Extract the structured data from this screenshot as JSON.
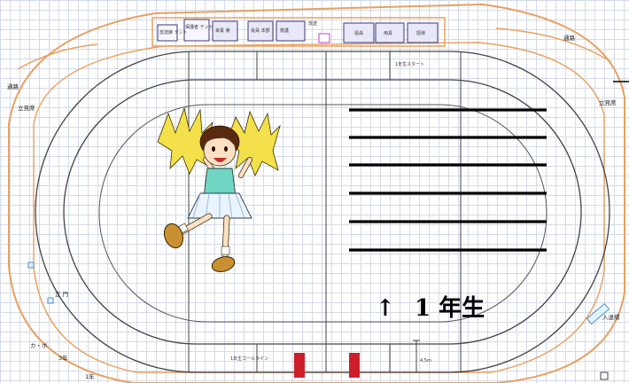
{
  "top_boxes": [
    {
      "label": "放送席 テント"
    },
    {
      "label": "保護者 テント"
    },
    {
      "label": "来賓 席"
    },
    {
      "label": "役員 本部"
    },
    {
      "label": "救護"
    },
    {
      "label": "役員"
    },
    {
      "label": "用具"
    },
    {
      "label": "招待"
    },
    {
      "label": "放送"
    }
  ],
  "side_labels": {
    "top_right": "通路",
    "left_top": "通路",
    "left_mid": "立見席",
    "right_mid": "立見席",
    "left_gate": "正 門",
    "left_low1": "カ・ボ",
    "left_low2": "3年",
    "left_low3": "1年",
    "right_low": "入退場"
  },
  "field_labels": {
    "top_lane": "1年生スタート",
    "bottom_lane": "1年生ゴールライン",
    "distance": "4.5m"
  },
  "grade_label": {
    "arrow": "↑",
    "text": "1 年生"
  },
  "colors": {
    "stand_orange": "#e8a060",
    "track_line": "#444444",
    "hurdle_red": "#cc1f2a",
    "grid": "#d4dbe6"
  },
  "icons": [
    "cheerleader-girl-illustration",
    "up-arrow-icon"
  ]
}
